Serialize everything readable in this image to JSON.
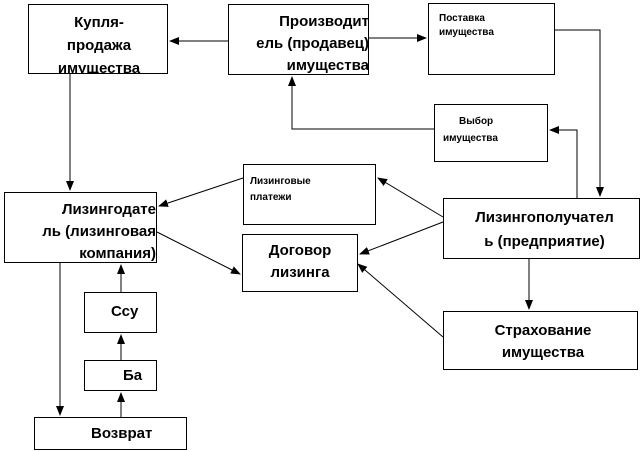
{
  "nodes": {
    "kuplya": "Купля-\nпродажа\nимущества",
    "proizvoditel": "Производит\nель (продавец)\nимущества",
    "postavka": "Поставка\nимущества",
    "vybor": [
      "Выбор",
      "имущества"
    ],
    "lizing_platezhi": "Лизинговые\nплатежи",
    "lizingodatel": "Лизингодате\nль (лизинговая\nкомпания)",
    "dogovor": "Договор\nлизинга",
    "lizingopoluchatel": "Лизингополучател\nь (предприятие)",
    "strakhovanie": "Страхование\nимущества",
    "ssu": "Ссу",
    "ba": "Ба",
    "vozvrat": "Возврат"
  },
  "edges": [
    {
      "from": "proizvoditel",
      "to": "kuplya"
    },
    {
      "from": "proizvoditel",
      "to": "postavka"
    },
    {
      "from": "postavka",
      "to": "lizingopoluchatel"
    },
    {
      "from": "lizingopoluchatel",
      "to": "vybor"
    },
    {
      "from": "vybor",
      "to": "proizvoditel"
    },
    {
      "from": "kuplya",
      "to": "lizingodatel"
    },
    {
      "from": "lizing_platezhi",
      "to": "lizingodatel"
    },
    {
      "from": "lizingopoluchatel",
      "to": "lizing_platezhi"
    },
    {
      "from": "lizingodatel",
      "to": "dogovor"
    },
    {
      "from": "lizingopoluchatel",
      "to": "dogovor"
    },
    {
      "from": "strakhovanie",
      "to": "dogovor"
    },
    {
      "from": "lizingopoluchatel",
      "to": "strakhovanie"
    },
    {
      "from": "lizingodatel",
      "to": "vozvrat"
    },
    {
      "from": "vozvrat",
      "to": "ba"
    },
    {
      "from": "ba",
      "to": "ssu"
    },
    {
      "from": "ssu",
      "to": "lizingodatel"
    }
  ]
}
